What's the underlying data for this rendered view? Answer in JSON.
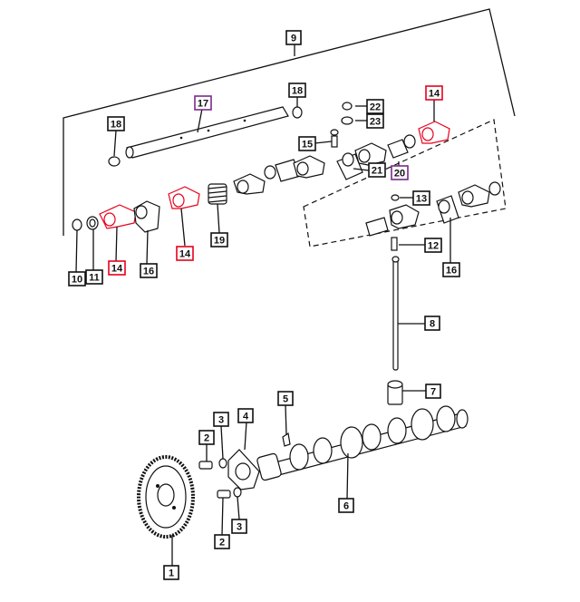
{
  "colors": {
    "default_tag": "#111111",
    "highlight_red": "#e8001c",
    "highlight_purple": "#7a2a8c"
  },
  "callouts": [
    {
      "id": "c1",
      "label": "1",
      "color": "default_tag"
    },
    {
      "id": "c2a",
      "label": "2",
      "color": "default_tag"
    },
    {
      "id": "c2b",
      "label": "2",
      "color": "default_tag"
    },
    {
      "id": "c3a",
      "label": "3",
      "color": "default_tag"
    },
    {
      "id": "c3b",
      "label": "3",
      "color": "default_tag"
    },
    {
      "id": "c4",
      "label": "4",
      "color": "default_tag"
    },
    {
      "id": "c5",
      "label": "5",
      "color": "default_tag"
    },
    {
      "id": "c6",
      "label": "6",
      "color": "default_tag"
    },
    {
      "id": "c7",
      "label": "7",
      "color": "default_tag"
    },
    {
      "id": "c8",
      "label": "8",
      "color": "default_tag"
    },
    {
      "id": "c9",
      "label": "9",
      "color": "default_tag"
    },
    {
      "id": "c10",
      "label": "10",
      "color": "default_tag"
    },
    {
      "id": "c11",
      "label": "11",
      "color": "default_tag"
    },
    {
      "id": "c12",
      "label": "12",
      "color": "default_tag"
    },
    {
      "id": "c13",
      "label": "13",
      "color": "default_tag"
    },
    {
      "id": "c14a",
      "label": "14",
      "color": "highlight_red"
    },
    {
      "id": "c14b",
      "label": "14",
      "color": "highlight_red"
    },
    {
      "id": "c14c",
      "label": "14",
      "color": "highlight_red"
    },
    {
      "id": "c15",
      "label": "15",
      "color": "default_tag"
    },
    {
      "id": "c16a",
      "label": "16",
      "color": "default_tag"
    },
    {
      "id": "c16b",
      "label": "16",
      "color": "default_tag"
    },
    {
      "id": "c17",
      "label": "17",
      "color": "highlight_purple"
    },
    {
      "id": "c18a",
      "label": "18",
      "color": "default_tag"
    },
    {
      "id": "c18b",
      "label": "18",
      "color": "default_tag"
    },
    {
      "id": "c19",
      "label": "19",
      "color": "default_tag"
    },
    {
      "id": "c20",
      "label": "20",
      "color": "highlight_purple"
    },
    {
      "id": "c21",
      "label": "21",
      "color": "default_tag"
    },
    {
      "id": "c22",
      "label": "22",
      "color": "default_tag"
    },
    {
      "id": "c23",
      "label": "23",
      "color": "default_tag"
    }
  ]
}
